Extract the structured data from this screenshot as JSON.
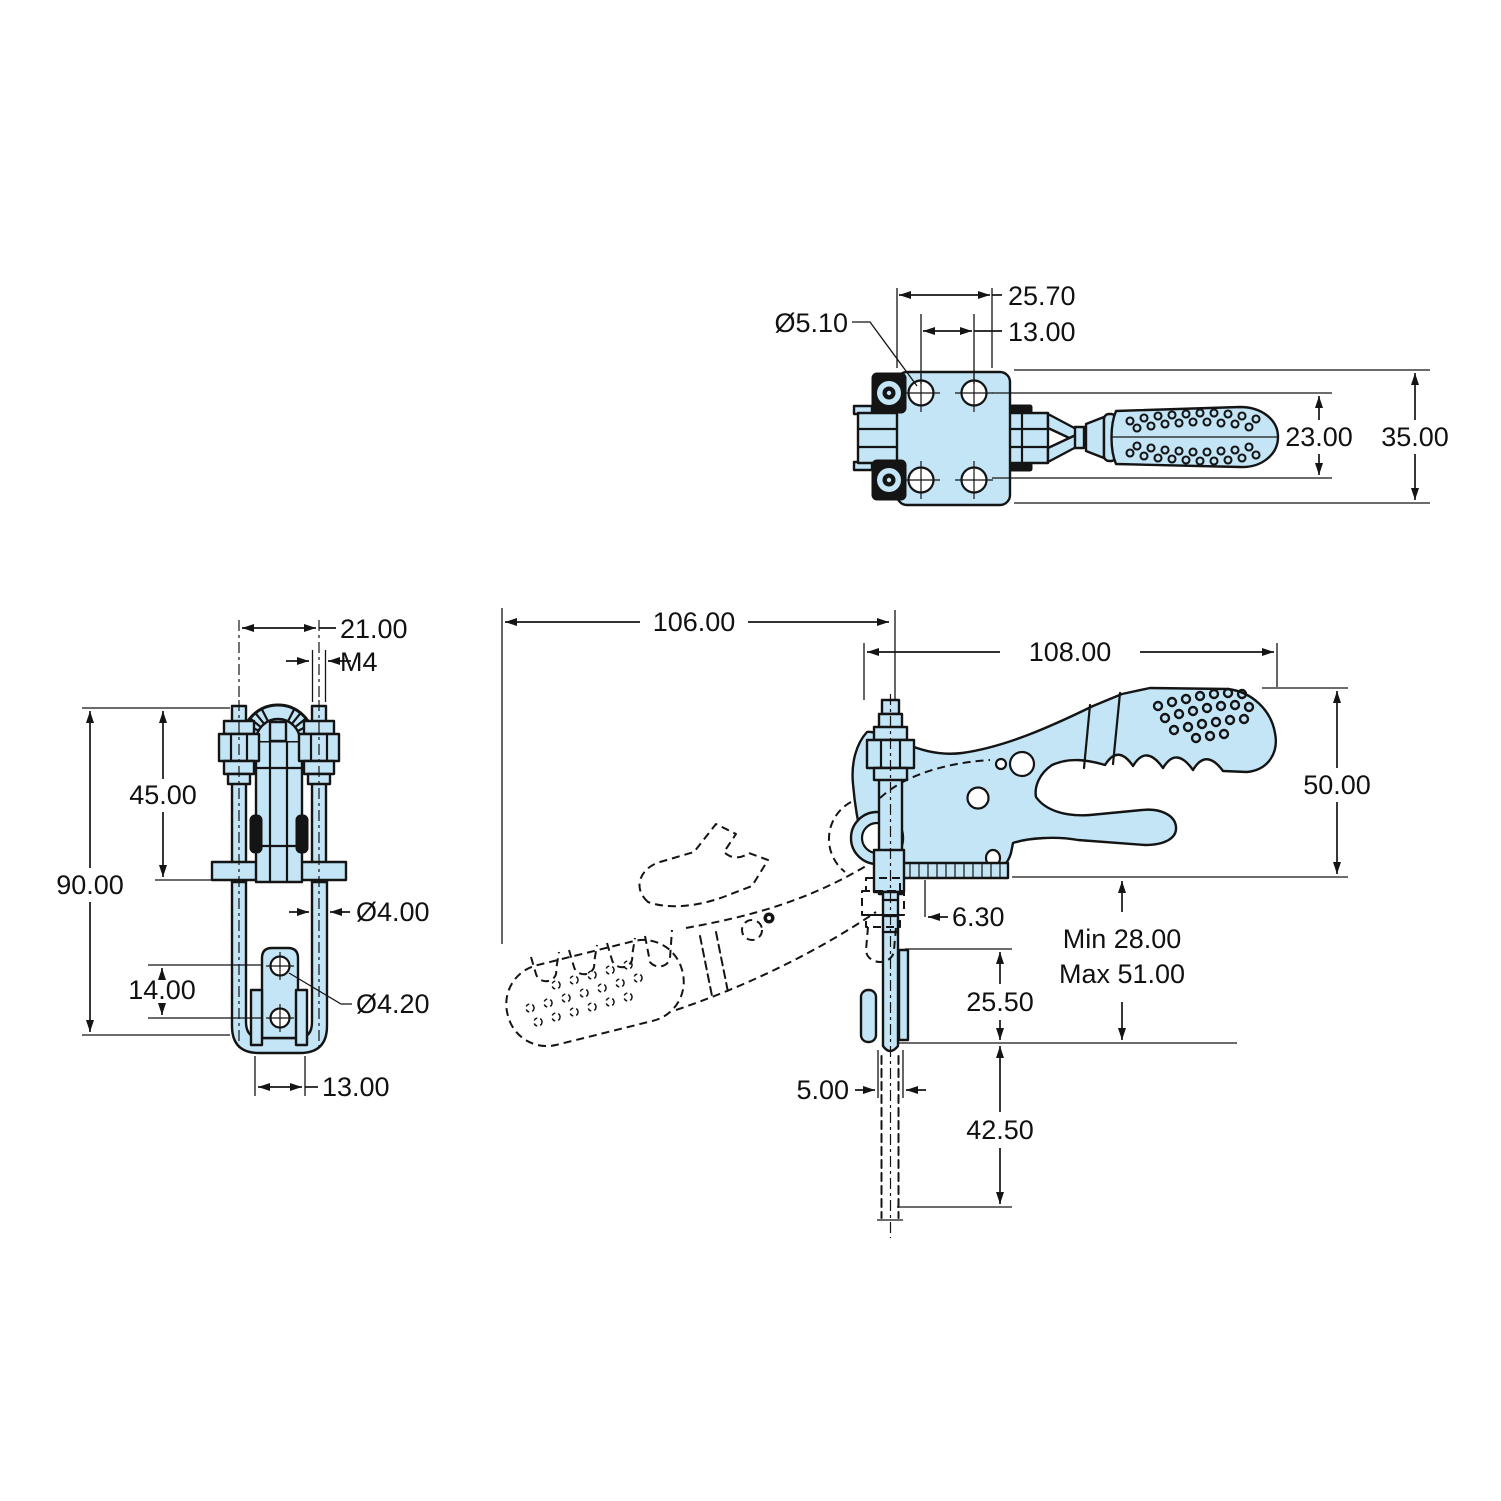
{
  "drawing": {
    "kind": "technical dimension drawing of a latch-type toggle clamp, three orthographic views",
    "colors": {
      "part_fill": "#c3e5f6",
      "outline": "#141414",
      "background": "#ffffff"
    },
    "views": {
      "top": {
        "name": "top view",
        "labels": {
          "plate_width": "25.70",
          "hole_spacing": "13.00",
          "hole_diameter": "Ø5.10",
          "handle_height": "23.00",
          "overall_height": "35.00"
        }
      },
      "front": {
        "name": "front view",
        "labels": {
          "top_width": "21.00",
          "thread": "M4",
          "upper_height": "45.00",
          "overall_height": "90.00",
          "rod_diameter": "Ø4.00",
          "hole_spacing": "14.00",
          "hole_diameter": "Ø4.20",
          "base_width": "13.00"
        }
      },
      "side": {
        "name": "side view (open position dashed, closed position solid)",
        "labels": {
          "open_reach": "106.00",
          "closed_length": "108.00",
          "height": "50.00",
          "base_offset": "6.30",
          "clamp_min": "Min 28.00",
          "clamp_max": "Max 51.00",
          "latch_length": "25.50",
          "rod_extension": "42.50",
          "rod_diameter": "5.00"
        }
      }
    }
  }
}
